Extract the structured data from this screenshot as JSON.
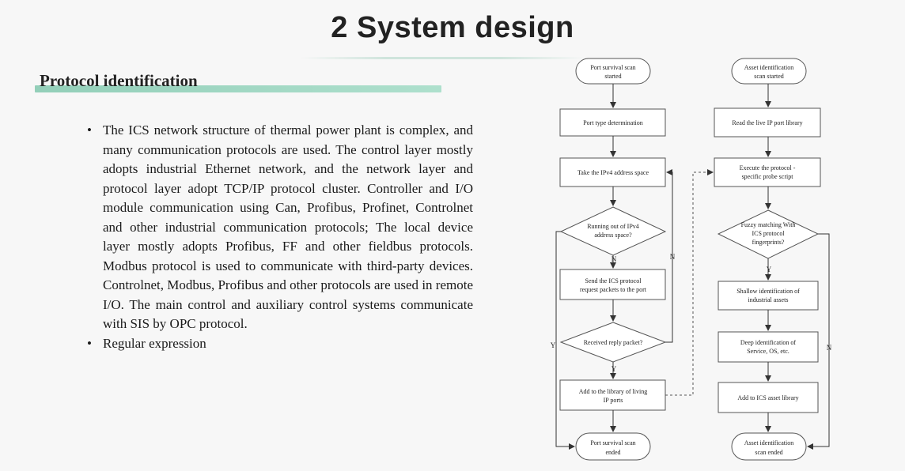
{
  "slide": {
    "title": "2  System design",
    "section_heading": "Protocol identification",
    "bullets": [
      "The ICS network structure of thermal power plant is complex, and many communication protocols are used. The control layer mostly adopts industrial Ethernet network, and the network layer and protocol layer adopt TCP/IP protocol cluster. Controller and I/O module communication using Can, Profibus, Profinet, Controlnet and other industrial communication protocols; The local device layer mostly adopts Profibus, FF and other fieldbus protocols. Modbus protocol is used to communicate with third-party devices. Controlnet, Modbus, Profibus and other protocols are used in remote I/O. The main control and auxiliary control systems communicate with SIS by OPC protocol.",
      "Regular expression"
    ]
  },
  "flowchart": {
    "left": {
      "start": [
        "Port survival scan",
        "started"
      ],
      "port_type": [
        "Port type determination"
      ],
      "take_ipv4": [
        "Take the IPv4 address space"
      ],
      "decision_ipv4": [
        "Running out of IPv4",
        "address space?"
      ],
      "send_packets": [
        "Send the ICS protocol",
        "request packets to the port"
      ],
      "decision_reply": [
        "Received reply packet?"
      ],
      "add_library": [
        "Add to the library of living",
        "IP ports"
      ],
      "end": [
        "Port survival scan",
        "ended"
      ]
    },
    "right": {
      "start": [
        "Asset identification",
        "scan started"
      ],
      "read_library": [
        "Read the live IP port library"
      ],
      "execute_probe": [
        "Execute the protocol -",
        "specific probe script"
      ],
      "decision_fuzzy": [
        "Fuzzy matching With",
        "ICS protocol",
        "fingerprints?"
      ],
      "shallow": [
        "Shallow identification of",
        "industrial assets"
      ],
      "deep": [
        "Deep identification of",
        "Service, OS, etc."
      ],
      "add_asset": [
        "Add to ICS asset library"
      ],
      "end": [
        "Asset identification",
        "scan ended"
      ]
    },
    "edge_labels": {
      "no": "N",
      "yes": "Y"
    }
  }
}
